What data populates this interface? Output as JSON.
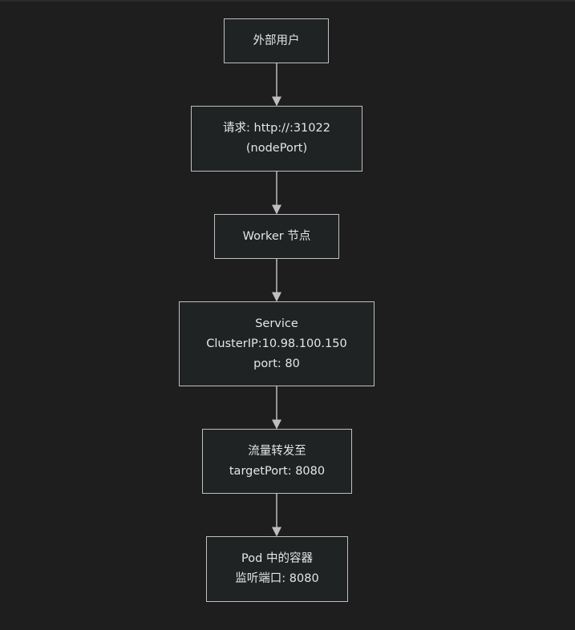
{
  "nodes": [
    {
      "id": "external-user",
      "lines": [
        "外部用户"
      ]
    },
    {
      "id": "request",
      "lines": [
        "请求: http://:31022",
        "(nodePort)"
      ]
    },
    {
      "id": "worker-node",
      "lines": [
        "Worker 节点"
      ]
    },
    {
      "id": "service",
      "lines": [
        "Service",
        "ClusterIP:10.98.100.150",
        "port: 80"
      ]
    },
    {
      "id": "forward",
      "lines": [
        "流量转发至",
        "targetPort: 8080"
      ]
    },
    {
      "id": "pod-container",
      "lines": [
        "Pod 中的容器",
        "监听端口: 8080"
      ]
    }
  ],
  "colors": {
    "background": "#1e1e1e",
    "node_fill": "#202323",
    "border": "#bfbfbf",
    "edge": "#bfbfbf"
  }
}
